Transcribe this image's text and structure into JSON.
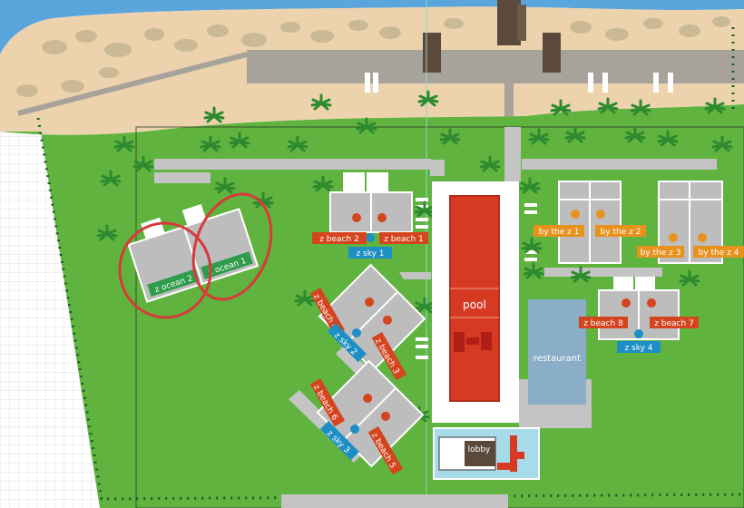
{
  "map": {
    "accent_colors": {
      "sea": "#5aa6dc",
      "sand": "#ecd3ad",
      "grass": "#5fb33e",
      "pool": "#d63a22",
      "beach_tag": "#d4451f",
      "sky_tag": "#1d8fc4",
      "ocean_tag": "#2f9c4c",
      "byz_tag": "#e8921e",
      "circle": "#d83a3a"
    },
    "labels": {
      "pool": "pool",
      "restaurant": "restaurant",
      "lobby": "lobby",
      "z_beach_1": "z beach 1",
      "z_beach_2": "z beach 2",
      "z_beach_3": "z beach 3",
      "z_beach_4": "z beach 4",
      "z_beach_5": "z beach 5",
      "z_beach_6": "z beach 6",
      "z_beach_7": "z beach 7",
      "z_beach_8": "z beach 8",
      "z_sky_1": "z sky 1",
      "z_sky_2": "z sky 2",
      "z_sky_3": "z sky 3",
      "z_sky_4": "z sky 4",
      "z_ocean_1": "z ocean 1",
      "z_ocean_2": "z ocean 2",
      "by_the_z_1": "by the z  1",
      "by_the_z_2": "by the z  2",
      "by_the_z_3": "by the z 3",
      "by_the_z_4": "by the z  4"
    }
  }
}
